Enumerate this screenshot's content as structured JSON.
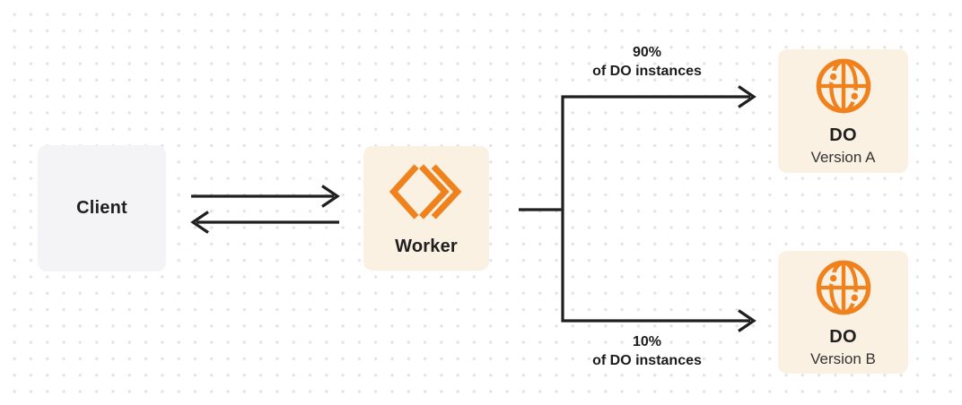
{
  "diagram": {
    "client": {
      "label": "Client"
    },
    "worker": {
      "label": "Worker"
    },
    "branch_top": {
      "percent": "90%",
      "caption": "of DO instances"
    },
    "branch_bottom": {
      "percent": "10%",
      "caption": "of DO instances"
    },
    "do_a": {
      "title": "DO",
      "subtitle": "Version A"
    },
    "do_b": {
      "title": "DO",
      "subtitle": "Version B"
    }
  },
  "icons": {
    "worker_icon": "workers-chevrons-icon",
    "do_icon": "globe-icon"
  },
  "colors": {
    "accent_orange": "#F0821E",
    "cream_box": "#FAF1E3",
    "gray_box": "#F4F4F6",
    "line_dark": "#1F1F1F",
    "dot_grid": "#E3E3E7",
    "background": "#FFFFFF"
  }
}
